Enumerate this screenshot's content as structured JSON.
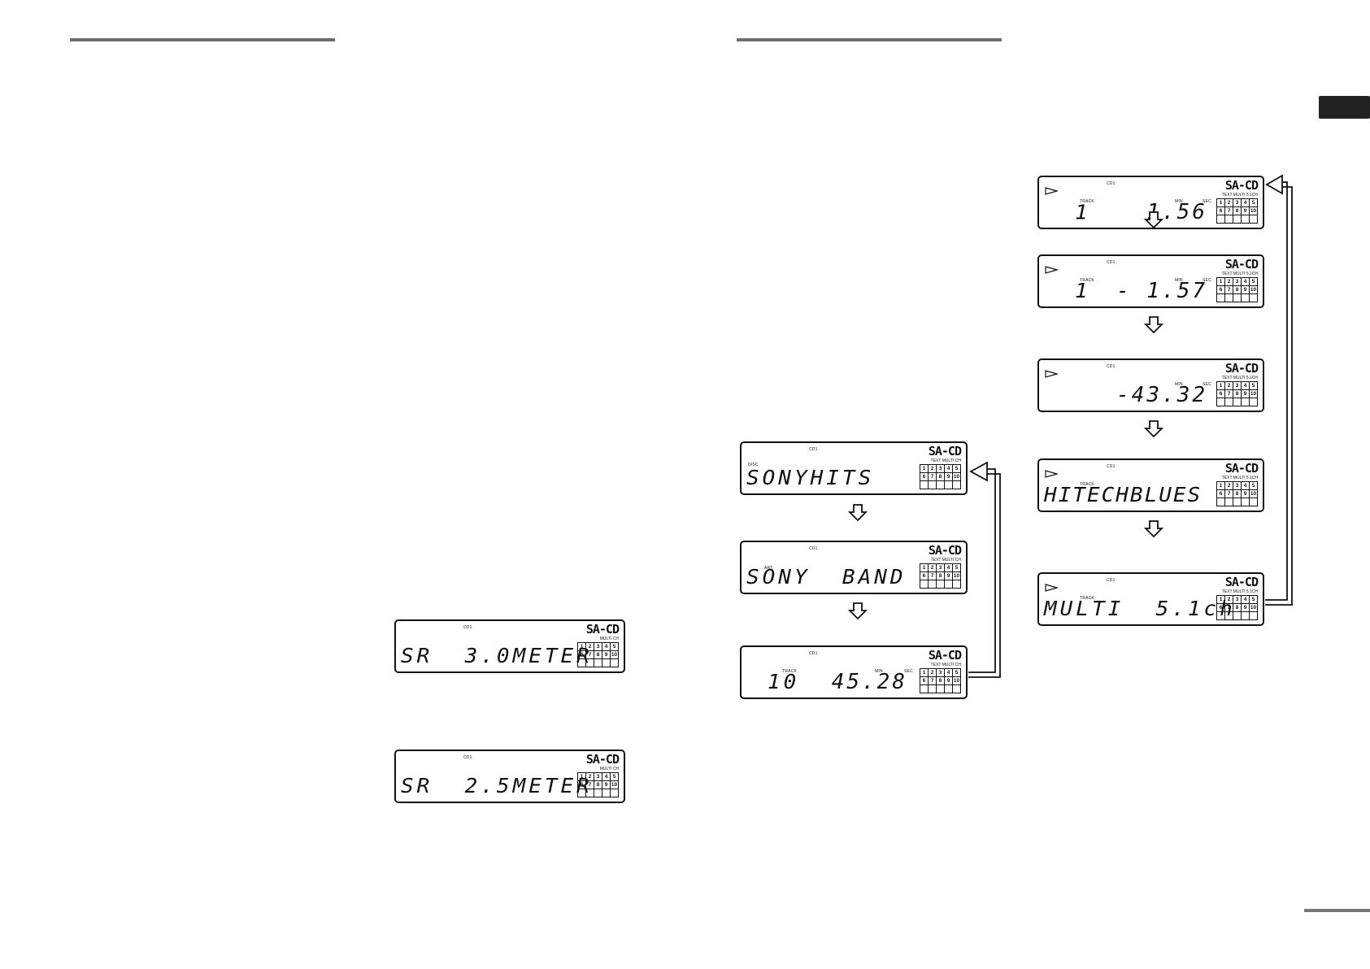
{
  "displays": {
    "ex1": {
      "cd": "CD1",
      "logo": "SA-CD",
      "indicators": "MULTI      CH",
      "text": "SR  3.0METER"
    },
    "ex2": {
      "cd": "CD1",
      "logo": "SA-CD",
      "indicators": "MULTI      CH",
      "text": "SR  2.5METER"
    },
    "a1": {
      "cd": "CD1",
      "logo": "SA-CD",
      "indicators": "TEXT  MULTI      CH",
      "label": "DISC",
      "text": "SONYHITS"
    },
    "a2": {
      "cd": "CD1",
      "logo": "SA-CD",
      "indicators": "TEXT  MULTI      CH",
      "label": "ART.",
      "text": "SONY  BAND"
    },
    "a3": {
      "cd": "CD1",
      "logo": "SA-CD",
      "indicators": "TEXT  MULTI      CH",
      "label": "TRACK",
      "min": "MIN",
      "sec": "SEC",
      "track": "10",
      "time": "45.28"
    },
    "b1": {
      "cd": "CD1",
      "logo": "SA-CD",
      "indicators": "TEXT  MULTI  5.1CH",
      "label": "TRACK",
      "min": "MIN",
      "sec": "SEC",
      "track": "1",
      "time": "1.56"
    },
    "b2": {
      "cd": "CD1",
      "logo": "SA-CD",
      "indicators": "TEXT  MULTI  5.1CH",
      "label": "TRACK",
      "min": "MIN",
      "sec": "SEC",
      "track": "1",
      "time": "- 1.57"
    },
    "b3": {
      "cd": "CD1",
      "logo": "SA-CD",
      "indicators": "TEXT  MULTI  5.1CH",
      "min": "MIN",
      "sec": "SEC",
      "time": "-43.32"
    },
    "b4": {
      "cd": "CD1",
      "logo": "SA-CD",
      "indicators": "TEXT  MULTI  5.1CH",
      "label": "TRACK",
      "text": "HITECHBLUES"
    },
    "b5": {
      "cd": "CD1",
      "logo": "SA-CD",
      "indicators": "TEXT  MULTI  5.1CH",
      "label": "TRACK",
      "text": "MULTI  5.1ch"
    }
  },
  "grid_numbers": [
    "1",
    "2",
    "3",
    "4",
    "5",
    "6",
    "7",
    "8",
    "9",
    "10"
  ]
}
